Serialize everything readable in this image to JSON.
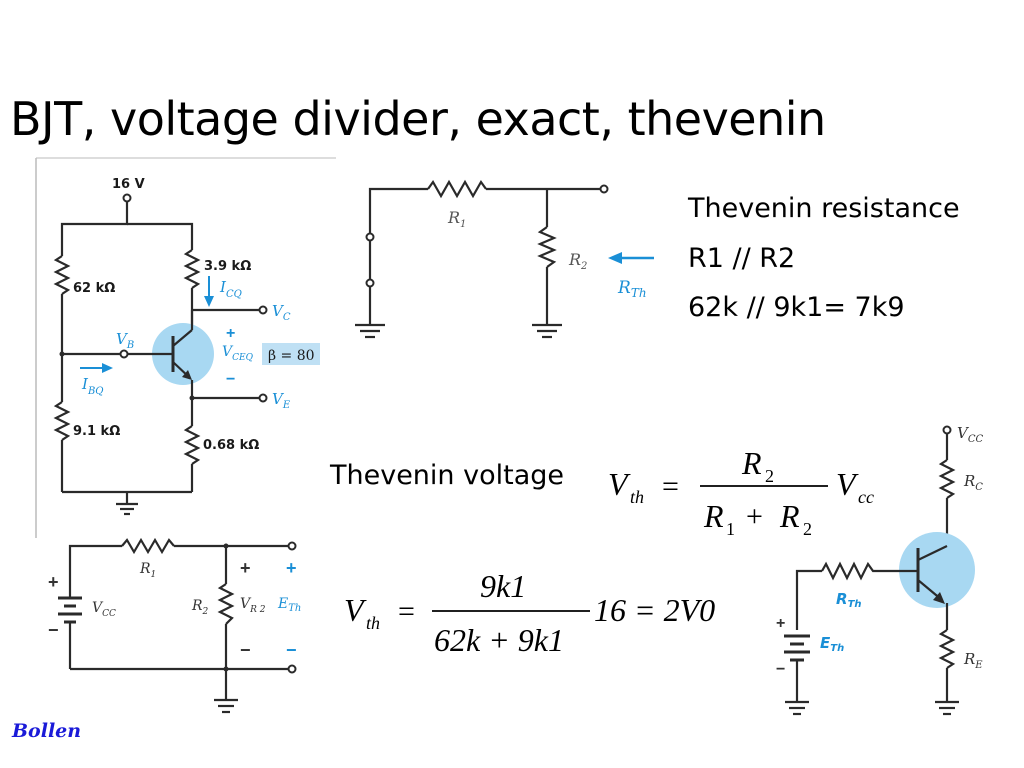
{
  "slide": {
    "title": "BJT, voltage divider, exact, thevenin",
    "footer_logo": "Bollen"
  },
  "rth_section": {
    "heading": "Thevenin resistance",
    "line1": "R1 // R2",
    "line2": "62k // 9k1= 7k9"
  },
  "vth_section": {
    "heading": "Thevenin voltage",
    "formula_lhs": "V",
    "formula_lhs_sub": "th",
    "formula_num": "R",
    "formula_num_sub": "2",
    "formula_den_a": "R",
    "formula_den_a_sub": "1",
    "formula_den_plus": "+",
    "formula_den_b": "R",
    "formula_den_b_sub": "2",
    "formula_rhs": "V",
    "formula_rhs_sub": "cc",
    "calc_num": "9k1",
    "calc_den": "62k + 9k1",
    "calc_rest": "16 = 2V0"
  },
  "circuit_main": {
    "supply": "16 V",
    "r1": "62 kΩ",
    "rc": "3.9 kΩ",
    "r2": "9.1 kΩ",
    "re": "0.68 kΩ",
    "ic": "I",
    "ic_sub": "CQ",
    "vc": "V",
    "vc_sub": "C",
    "vb": "V",
    "vb_sub": "B",
    "ib": "I",
    "ib_sub": "BQ",
    "vce": "V",
    "vce_sub": "CEQ",
    "ve": "V",
    "ve_sub": "E",
    "beta": "β = 80",
    "plus": "+",
    "minus": "−"
  },
  "circuit_rth": {
    "r1": "R",
    "r1_sub": "1",
    "r2": "R",
    "r2_sub": "2",
    "rth": "R",
    "rth_sub": "Th"
  },
  "circuit_divider": {
    "r1": "R",
    "r1_sub": "1",
    "r2": "R",
    "r2_sub": "2",
    "vcc": "V",
    "vcc_sub": "CC",
    "vr2": "V",
    "vr2_sub": "R 2",
    "eth": "E",
    "eth_sub": "Th",
    "plus": "+",
    "minus": "−"
  },
  "circuit_equiv": {
    "vcc": "V",
    "vcc_sub": "CC",
    "rc": "R",
    "rc_sub": "C",
    "rth": "R",
    "rth_sub": "Th",
    "eth": "E",
    "eth_sub": "Th",
    "re": "R",
    "re_sub": "E",
    "plus": "+",
    "minus": "−"
  },
  "colors": {
    "accent_blue": "#1a8fd6",
    "transistor_fill": "#a8d8f2",
    "beta_box": "#bfe0f4",
    "logo": "#1a1ad8"
  }
}
